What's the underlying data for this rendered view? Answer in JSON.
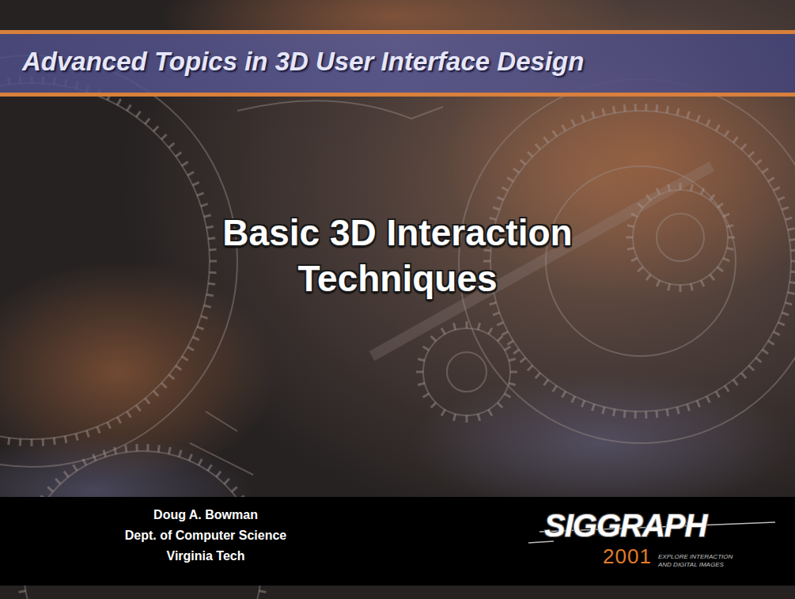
{
  "diagram": {
    "title": "Basic 3D Interaction Techniques",
    "nodes": [
      {
        "text": [
          "Advanced Topics in 3D User Interface Design"
        ]
      },
      {
        "text": [
          "Doug A. Bowman",
          "Dept. of Computer Science",
          "Virginia Tech"
        ]
      }
    ],
    "labels": [
      "SIGGRAPH",
      "2001",
      "EXPLORE INTERACTION AND DIGITAL IMAGES"
    ]
  }
}
